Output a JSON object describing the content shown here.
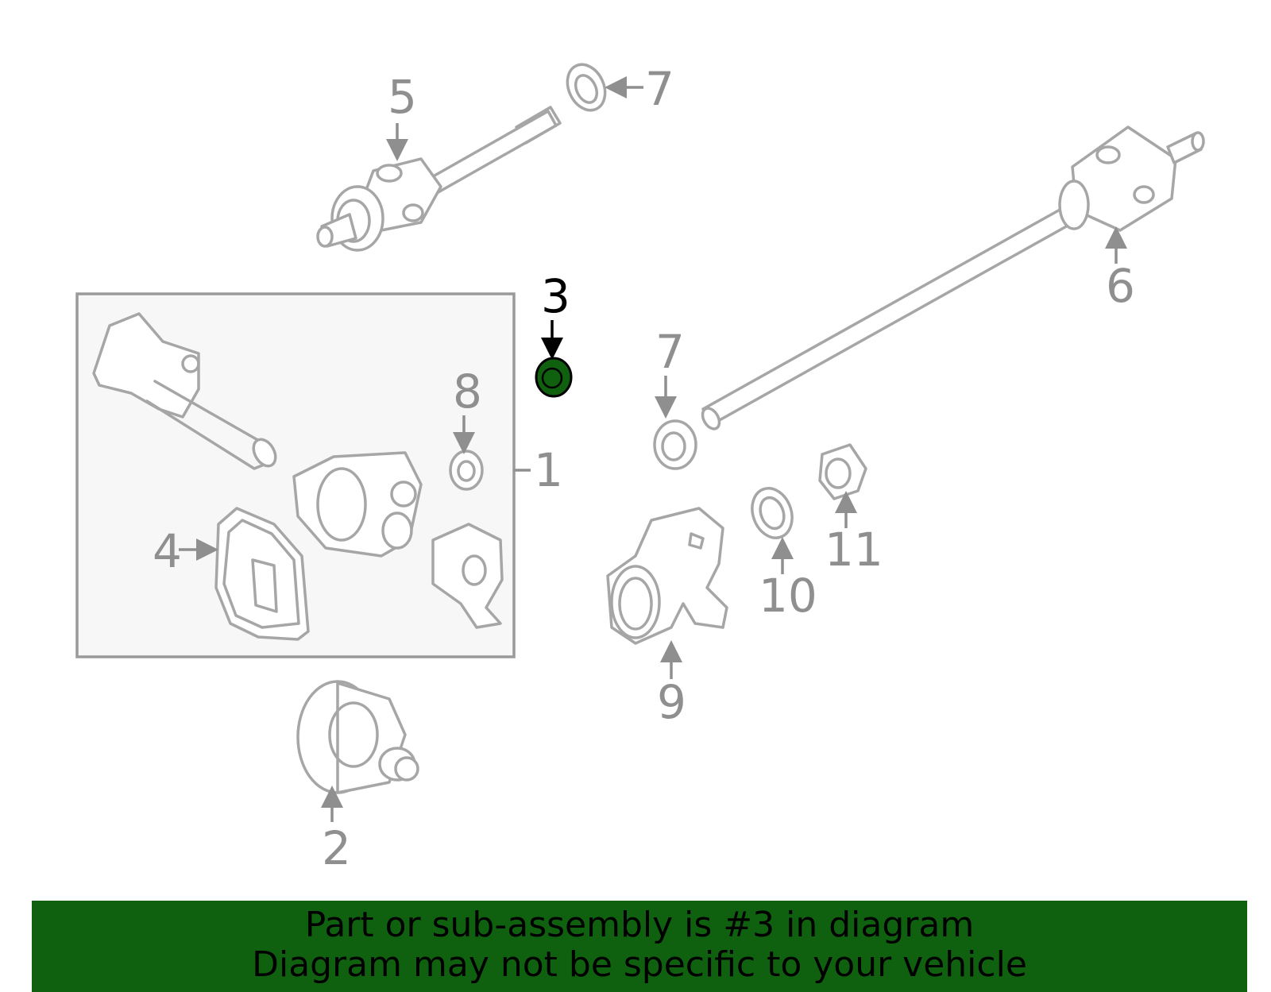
{
  "callouts": {
    "c1": "1",
    "c2": "2",
    "c3": "3",
    "c4": "4",
    "c5": "5",
    "c6": "6",
    "c7a": "7",
    "c7b": "7",
    "c8": "8",
    "c9": "9",
    "c10": "10",
    "c11": "11"
  },
  "highlight": {
    "part_number": "3",
    "color": "#0f610f"
  },
  "banner": {
    "line1": "Part or sub-assembly is #3 in diagram",
    "line2": "Diagram may not be specific to your vehicle",
    "background": "#0f610f"
  }
}
